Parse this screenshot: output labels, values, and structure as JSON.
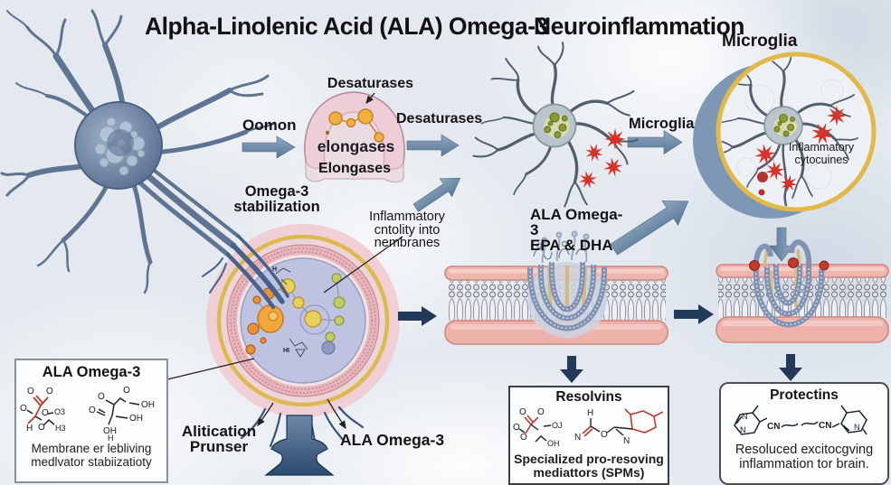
{
  "title": {
    "main": "Alpha-Linolenic Acid (ALA) Omega-3",
    "right": "Neuroinflammation"
  },
  "pathway": {
    "microglia_title": "Microglia",
    "desaturases_top": "Desaturases",
    "oomon": "Oomon",
    "elongases_inside": "elongases",
    "elongases_below": "Elongases",
    "desaturases_right": "Desaturases",
    "microglia_arrow": "Microglia",
    "cytokines_l1": "Inflammatory",
    "cytokines_l2": "cytocuines",
    "omega_stab_l1": "Omega-3",
    "omega_stab_l2": "stabilization",
    "incorp_l1": "Inflammatory",
    "incorp_l2": "cntolity into",
    "incorp_l3": "nembranes",
    "ala_epa_l1": "ALA Omega-3",
    "ala_epa_l2": "EPA & DHA",
    "alitication_l1": "Alitication",
    "alitication_l2": "Prunser",
    "ala_bottom": "ALA Omega-3"
  },
  "boxes": {
    "ala": {
      "title": "ALA Omega-3",
      "caption_l1": "Membrane er lebliving",
      "caption_l2": "medlvator stabiizatioty",
      "atoms": [
        "O",
        "O",
        "O",
        "O",
        "O3",
        "H",
        "O",
        "H3",
        "O",
        "O",
        "OH",
        "O",
        "OH",
        "OH",
        "H"
      ]
    },
    "resolvins": {
      "title": "Resolvins",
      "caption_l1": "Specialized pro-resoving",
      "caption_l2": "mediattors (SPMs)",
      "atoms": [
        "O",
        "O",
        "O",
        "OJ",
        "O",
        "OH",
        "H",
        "N",
        "O",
        "N"
      ]
    },
    "protectins": {
      "title": "Protectins",
      "caption_l1": "Resoluced excitocgving",
      "caption_l2": "inflammation tor brain.",
      "atoms": [
        "N",
        "N",
        "CN",
        "CN",
        "N"
      ]
    }
  },
  "colors": {
    "steel_arrow": "#6d8cab",
    "navy_arrow": "#22395a",
    "star_red": "#d83228",
    "ring_yellow": "#ddb94e",
    "membrane_pink": "#efb5ae",
    "cell_interior": "#bfc3e1"
  }
}
